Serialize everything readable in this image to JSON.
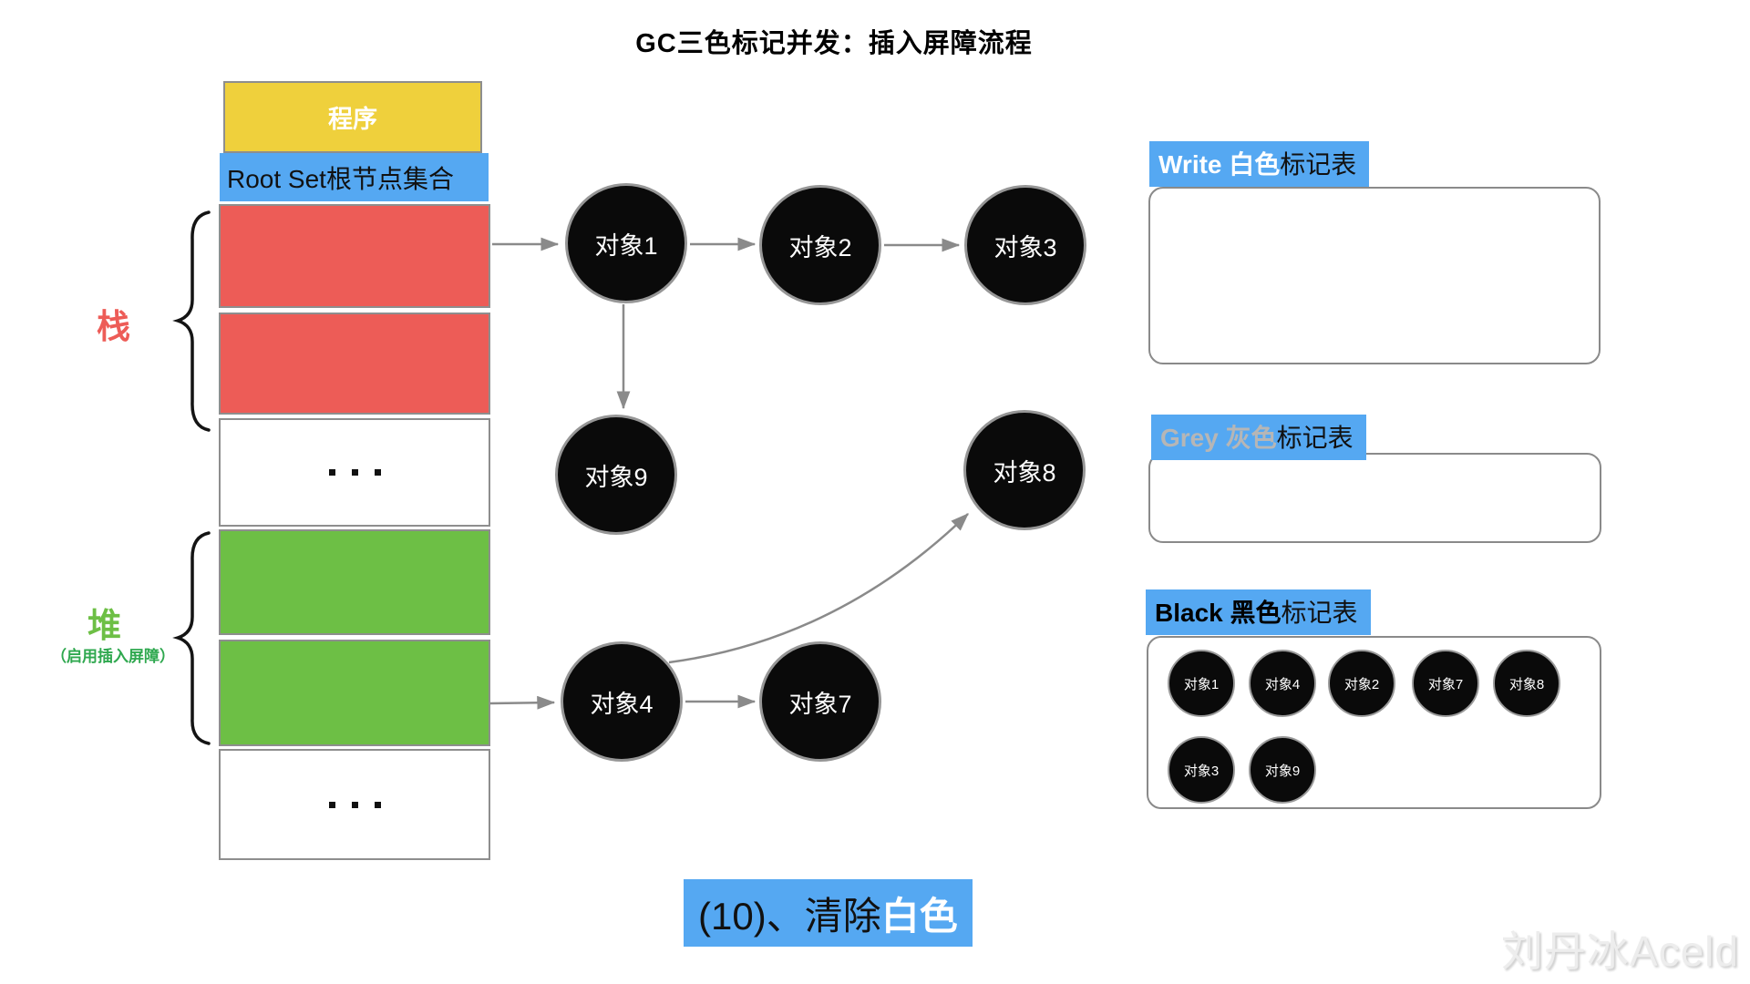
{
  "title": "GC三色标记并发：插入屏障流程",
  "memory": {
    "program": "程序",
    "root_set": "Root Set根节点集合",
    "stack_label": "栈",
    "heap_label": "堆",
    "heap_note": "（启用插入屏障）"
  },
  "graph": {
    "nodes": [
      {
        "label": "对象1"
      },
      {
        "label": "对象2"
      },
      {
        "label": "对象3"
      },
      {
        "label": "对象9"
      },
      {
        "label": "对象8"
      },
      {
        "label": "对象4"
      },
      {
        "label": "对象7"
      }
    ]
  },
  "tables": {
    "white": {
      "title_en": "Write 白色",
      "title_suffix": "标记表",
      "items": []
    },
    "grey": {
      "title_en": "Grey 灰色",
      "title_suffix": "标记表",
      "items": []
    },
    "black": {
      "title_en": "Black 黑色",
      "title_suffix": "标记表",
      "items": [
        "对象1",
        "对象4",
        "对象2",
        "对象7",
        "对象8",
        "对象3",
        "对象9"
      ]
    }
  },
  "caption": {
    "step": "(10)、清除",
    "highlight": "白色"
  },
  "watermark": "刘丹冰Aceld",
  "colors": {
    "blue": "#55A8F2",
    "red": "#ED5C57",
    "green": "#6DBF45",
    "yellow": "#EFD03C",
    "node_black": "#0a0a0a"
  }
}
